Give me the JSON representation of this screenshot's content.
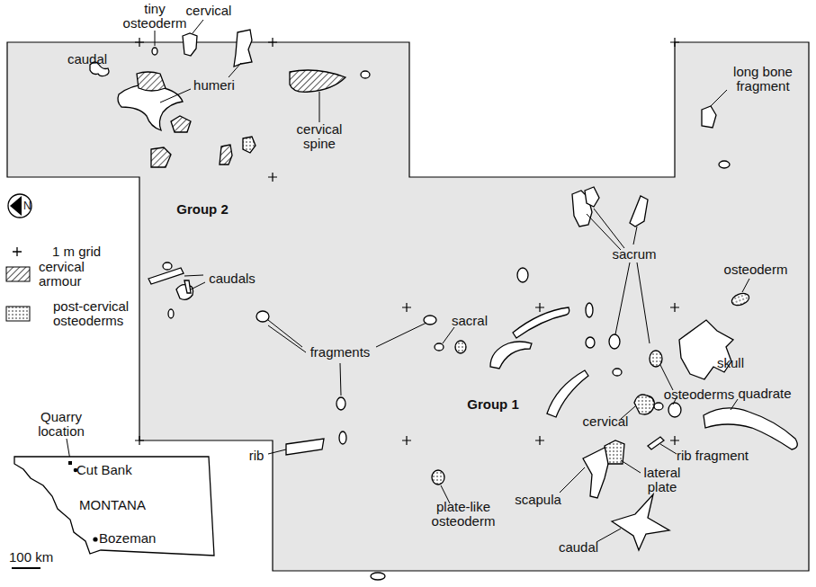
{
  "diagram": {
    "labels": [
      "caudal",
      "tiny osteoderm",
      "cervical",
      "humeri",
      "cervical spine",
      "long bone fragment",
      "Group 2",
      "caudals",
      "sacrum",
      "osteoderm",
      "fragments",
      "sacral",
      "skull",
      "Group 1",
      "osteoderms",
      "quadrate",
      "cervical",
      "rib fragment",
      "rib",
      "lateral plate",
      "scapula",
      "plate-like osteoderm",
      "caudal",
      "Quarry location",
      "Cut Bank",
      "MONTANA",
      "Bozeman",
      "100 km",
      "N"
    ],
    "legend": [
      {
        "text": "1 m grid"
      },
      {
        "text": "cervical armour"
      },
      {
        "text": "post-cervical osteoderms"
      }
    ]
  }
}
